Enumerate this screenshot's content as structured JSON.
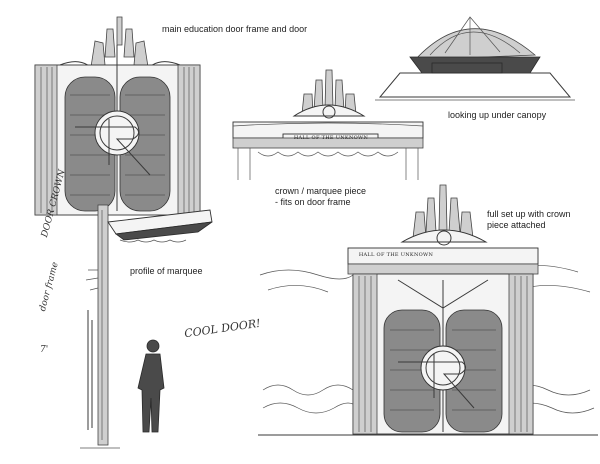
{
  "captions": {
    "main_door": "main education door frame and door",
    "canopy": "looking up under canopy",
    "crown_line1": "crown  / marquee piece",
    "crown_line2": "- fits on door frame",
    "full_line1": "full set up with crown",
    "full_line2": "piece attached",
    "profile": "profile of marquee"
  },
  "handwritten": {
    "door_crown": "DOOR CROWN",
    "door_frame": "door frame",
    "size": "7'",
    "cool_door": "COOL DOOR!"
  },
  "signage": {
    "crown_sign": "HALL OF THE UNKNOWN",
    "full_sign": "HALL OF THE UNKNOWN"
  },
  "colors": {
    "ink": "#3a3a3a",
    "shade_dark": "#4a4a4a",
    "paper": "#ffffff"
  }
}
